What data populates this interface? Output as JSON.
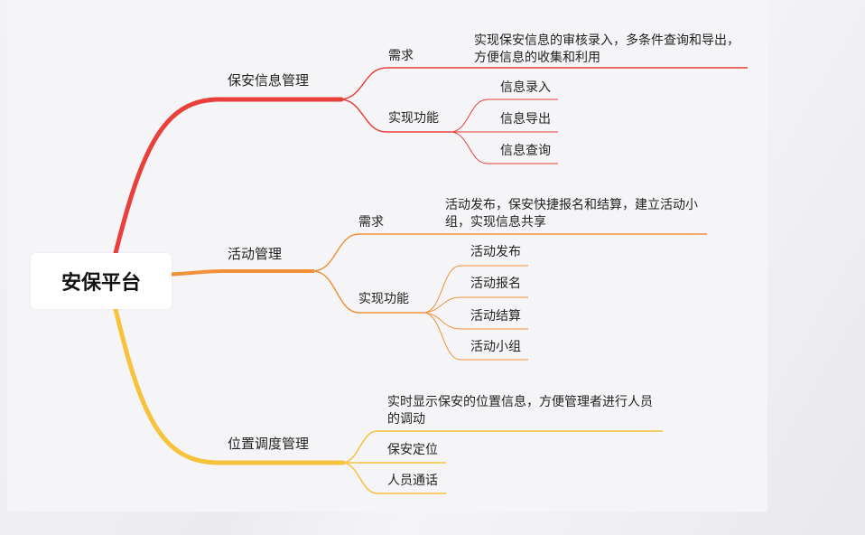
{
  "root": {
    "label": "安保平台"
  },
  "colors": {
    "red": "#e8403a",
    "orange": "#f0913a",
    "yellow": "#f7c23c"
  },
  "branches": [
    {
      "label": "保安信息管理",
      "children": [
        {
          "label": "需求",
          "children": [
            {
              "label": "实现保安信息的审核录入，多条件查询和导出，方便信息的收集和利用"
            }
          ]
        },
        {
          "label": "实现功能",
          "children": [
            {
              "label": "信息录入"
            },
            {
              "label": "信息导出"
            },
            {
              "label": "信息查询"
            }
          ]
        }
      ]
    },
    {
      "label": "活动管理",
      "children": [
        {
          "label": "需求",
          "children": [
            {
              "label": "活动发布，保安快捷报名和结算，建立活动小组，实现信息共享"
            }
          ]
        },
        {
          "label": "实现功能",
          "children": [
            {
              "label": "活动发布"
            },
            {
              "label": "活动报名"
            },
            {
              "label": "活动结算"
            },
            {
              "label": "活动小组"
            }
          ]
        }
      ]
    },
    {
      "label": "位置调度管理",
      "children": [
        {
          "label": "实时显示保安的位置信息，方便管理者进行人员的调动"
        },
        {
          "label": "保安定位"
        },
        {
          "label": "人员通话"
        }
      ]
    }
  ]
}
